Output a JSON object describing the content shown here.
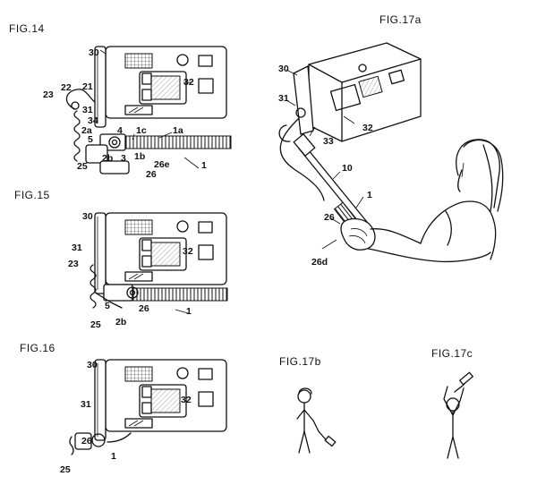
{
  "figures": {
    "fig14": {
      "title": "FIG.14",
      "refs": [
        "30",
        "32",
        "21",
        "22",
        "23",
        "31",
        "34",
        "2a",
        "5",
        "4",
        "1c",
        "1a",
        "1",
        "2b",
        "3",
        "1b",
        "26e",
        "25",
        "26"
      ]
    },
    "fig15": {
      "title": "FIG.15",
      "refs": [
        "30",
        "31",
        "32",
        "23",
        "5",
        "25",
        "2b",
        "26",
        "1"
      ]
    },
    "fig16": {
      "title": "FIG.16",
      "refs": [
        "30",
        "31",
        "32",
        "26",
        "1",
        "25"
      ]
    },
    "fig17a": {
      "title": "FIG.17a",
      "refs": [
        "30",
        "31",
        "32",
        "33",
        "10",
        "1",
        "26",
        "26d"
      ]
    },
    "fig17b": {
      "title": "FIG.17b"
    },
    "fig17c": {
      "title": "FIG.17c"
    }
  }
}
